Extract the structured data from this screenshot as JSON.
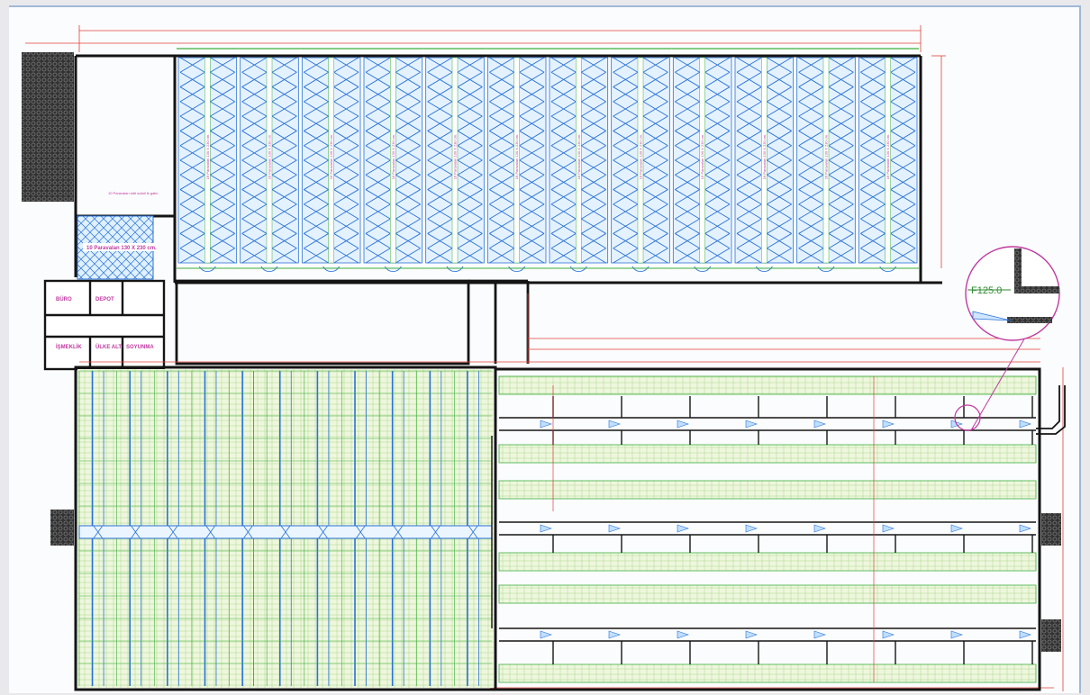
{
  "drawing": {
    "top_section": {
      "bay_label": "16 Paravalan 130 X 230 cm.",
      "small_bay_label": "10 Paravalan 130 X 230 cm.",
      "note_label": "10 Paravalan tutti solati le gallo",
      "bay_count": 12
    },
    "rooms": {
      "office": "BÜRO",
      "depot": "DEPOT",
      "room_a": "İŞMEKLİK",
      "room_b": "ÜLKE ALT",
      "room_c": "SOYUNMA"
    },
    "callout": {
      "label": "F125.0"
    },
    "colors": {
      "wall": "#141414",
      "dimension": "#e0403a",
      "equipment_blue": "#2a72d6",
      "equipment_green": "#3cae3c",
      "text_magenta": "#c03aa0",
      "cage_fill": "#eef7de",
      "hatch": "#3a3a3a"
    }
  }
}
